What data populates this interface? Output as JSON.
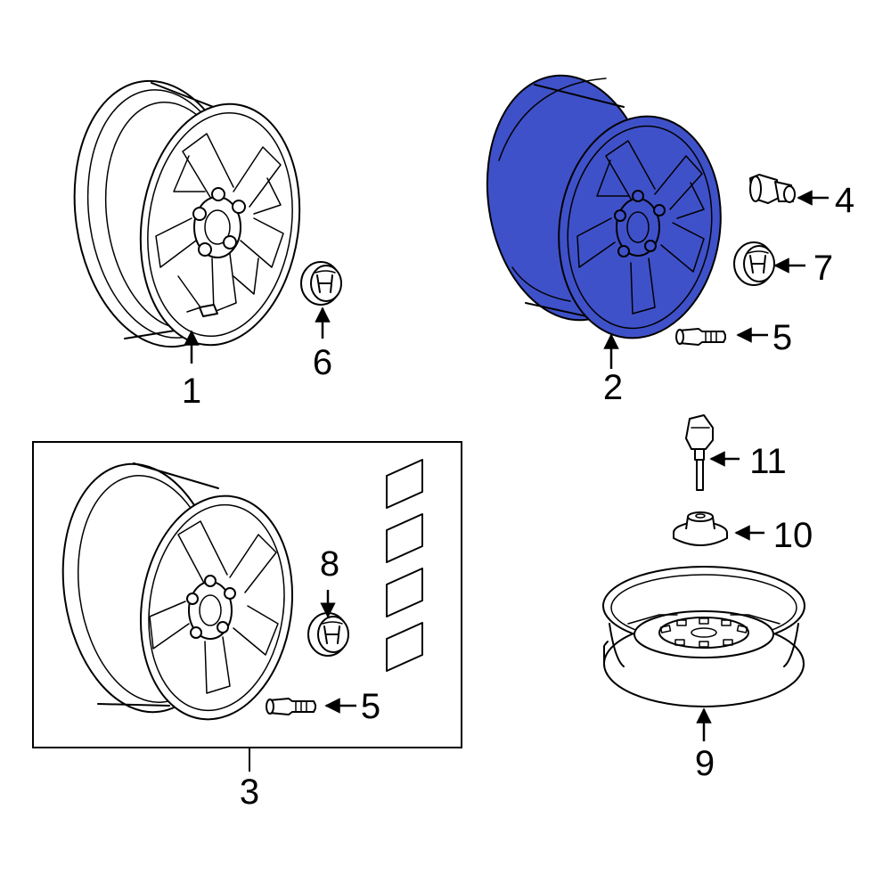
{
  "colors": {
    "highlight": "#3f51c9",
    "line": "#000000",
    "background": "#ffffff"
  },
  "callouts": {
    "wheel_1": "1",
    "wheel_2": "2",
    "wheel_kit_3": "3",
    "lug_nut_4": "4",
    "valve_stem_5_top": "5",
    "valve_stem_5_kit": "5",
    "center_cap_6": "6",
    "center_cap_7": "7",
    "center_cap_8": "8",
    "spare_wheel_9": "9",
    "bolt_nut_10": "10",
    "wrench_bolt_11": "11"
  },
  "parts": {
    "wheel_1": "aluminum-wheel",
    "wheel_2": "aluminum-wheel-highlighted",
    "wheel_kit_3": "wheel-kit",
    "lug_nut_4": "lug-nut",
    "valve_stem_5": "valve-stem",
    "center_cap_6": "center-cap",
    "center_cap_7": "center-cap",
    "center_cap_8": "center-cap",
    "spare_wheel_9": "spare-wheel",
    "bolt_nut_10": "wheel-bolt-nut",
    "wrench_bolt_11": "spare-tire-bolt"
  },
  "highlighted_part": "wheel_2"
}
